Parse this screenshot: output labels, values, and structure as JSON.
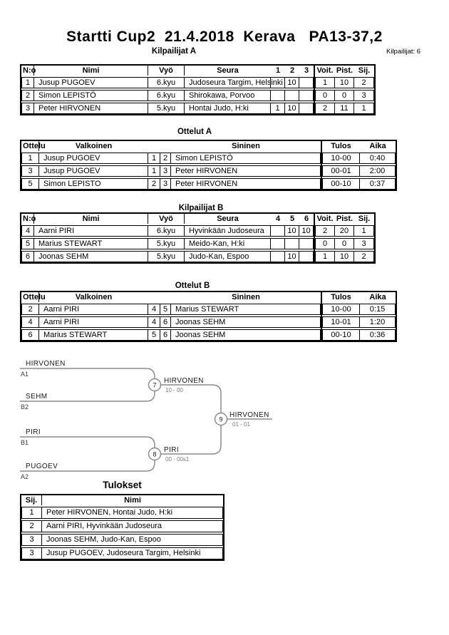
{
  "page": {
    "title": "Startti Cup2  21.4.2018  Kerava   PA13-37,2",
    "competitors_label": "Kilpailijat: 6"
  },
  "pool_a": {
    "title": "Kilpailijat A",
    "headers": {
      "no": "N:o",
      "name": "Nimi",
      "belt": "Vyö",
      "club": "Seura",
      "c1": "1",
      "c2": "2",
      "c3": "3",
      "wins": "Voit.",
      "points": "Pist.",
      "place": "Sij."
    },
    "rows": [
      {
        "no": "1",
        "name": "Jusup PUGOEV",
        "belt": "6.kyu",
        "club": "Judoseura Targim, Helsinki",
        "c1": "",
        "c2": "10",
        "c3": "",
        "wins": "1",
        "points": "10",
        "place": "2"
      },
      {
        "no": "2",
        "name": "Simon LEPISTÖ",
        "belt": "6.kyu",
        "club": "Shirokawa, Porvoo",
        "c1": "",
        "c2": "",
        "c3": "",
        "wins": "0",
        "points": "0",
        "place": "3"
      },
      {
        "no": "3",
        "name": "Peter HIRVONEN",
        "belt": "5.kyu",
        "club": "Hontai Judo, H:ki",
        "c1": "1",
        "c2": "10",
        "c3": "",
        "wins": "2",
        "points": "11",
        "place": "1"
      }
    ]
  },
  "matches_a": {
    "title": "Ottelut A",
    "headers": {
      "match": "Ottelu",
      "white": "Valkoinen",
      "blue": "Sininen",
      "result": "Tulos",
      "time": "Aika"
    },
    "rows": [
      {
        "match": "1",
        "white": "Jusup PUGOEV",
        "white_no": "1",
        "blue_no": "2",
        "blue": "Simon LEPISTÖ",
        "result": "10-00",
        "time": "0:40"
      },
      {
        "match": "3",
        "white": "Jusup PUGOEV",
        "white_no": "1",
        "blue_no": "3",
        "blue": "Peter HIRVONEN",
        "result": "00-01",
        "time": "2:00"
      },
      {
        "match": "5",
        "white": "Simon LEPISTO",
        "white_no": "2",
        "blue_no": "3",
        "blue": "Peter HIRVONEN",
        "result": "00-10",
        "time": "0:37"
      }
    ]
  },
  "pool_b": {
    "title": "Kilpailijat B",
    "headers": {
      "no": "N:o",
      "name": "Nimi",
      "belt": "Vyö",
      "club": "Seura",
      "c1": "4",
      "c2": "5",
      "c3": "6",
      "wins": "Voit.",
      "points": "Pist.",
      "place": "Sij."
    },
    "rows": [
      {
        "no": "4",
        "name": "Aarni PIRI",
        "belt": "6.kyu",
        "club": "Hyvinkään Judoseura",
        "c1": "",
        "c2": "10",
        "c3": "10",
        "wins": "2",
        "points": "20",
        "place": "1"
      },
      {
        "no": "5",
        "name": "Marius STEWART",
        "belt": "5.kyu",
        "club": "Meido-Kan, H:ki",
        "c1": "",
        "c2": "",
        "c3": "",
        "wins": "0",
        "points": "0",
        "place": "3"
      },
      {
        "no": "6",
        "name": "Joonas SEHM",
        "belt": "5.kyu",
        "club": "Judo-Kan, Espoo",
        "c1": "",
        "c2": "10",
        "c3": "",
        "wins": "1",
        "points": "10",
        "place": "2"
      }
    ]
  },
  "matches_b": {
    "title": "Ottelut B",
    "headers": {
      "match": "Ottelu",
      "white": "Valkoinen",
      "blue": "Sininen",
      "result": "Tulos",
      "time": "Aika"
    },
    "rows": [
      {
        "match": "2",
        "white": "Aarni PIRI",
        "white_no": "4",
        "blue_no": "5",
        "blue": "Marius STEWART",
        "result": "10-00",
        "time": "0:15"
      },
      {
        "match": "4",
        "white": "Aarni PIRI",
        "white_no": "4",
        "blue_no": "6",
        "blue": "Joonas SEHM",
        "result": "10-01",
        "time": "1:20"
      },
      {
        "match": "6",
        "white": "Marius STEWART",
        "white_no": "5",
        "blue_no": "6",
        "blue": "Joonas SEHM",
        "result": "00-10",
        "time": "0:36"
      }
    ]
  },
  "bracket": {
    "slots": [
      {
        "name": "HIRVONEN",
        "seed": "A1"
      },
      {
        "name": "SEHM",
        "seed": "B2"
      },
      {
        "name": "PIRI",
        "seed": "B1"
      },
      {
        "name": "PUGOEV",
        "seed": "A2"
      }
    ],
    "matches": [
      {
        "number": "7",
        "winner": "HIRVONEN",
        "score": "10 - 00"
      },
      {
        "number": "8",
        "winner": "PIRI",
        "score": "00 - 00s1"
      },
      {
        "number": "9",
        "winner": "HIRVONEN",
        "score": "01 - 01"
      }
    ]
  },
  "results": {
    "title": "Tulokset",
    "headers": {
      "place": "Sij.",
      "name": "Nimi"
    },
    "rows": [
      {
        "place": "1",
        "name": "Peter HIRVONEN, Hontai Judo, H:ki"
      },
      {
        "place": "2",
        "name": "Aarni PIRI, Hyvinkään Judoseura"
      },
      {
        "place": "3",
        "name": "Joonas SEHM, Judo-Kan, Espoo"
      },
      {
        "place": "3",
        "name": "Jusup PUGOEV, Judoseura Targim, Helsinki"
      }
    ]
  },
  "colors": {
    "table_border": "#000000",
    "bracket_line": "#8c8c8c",
    "background": "#ffffff"
  }
}
